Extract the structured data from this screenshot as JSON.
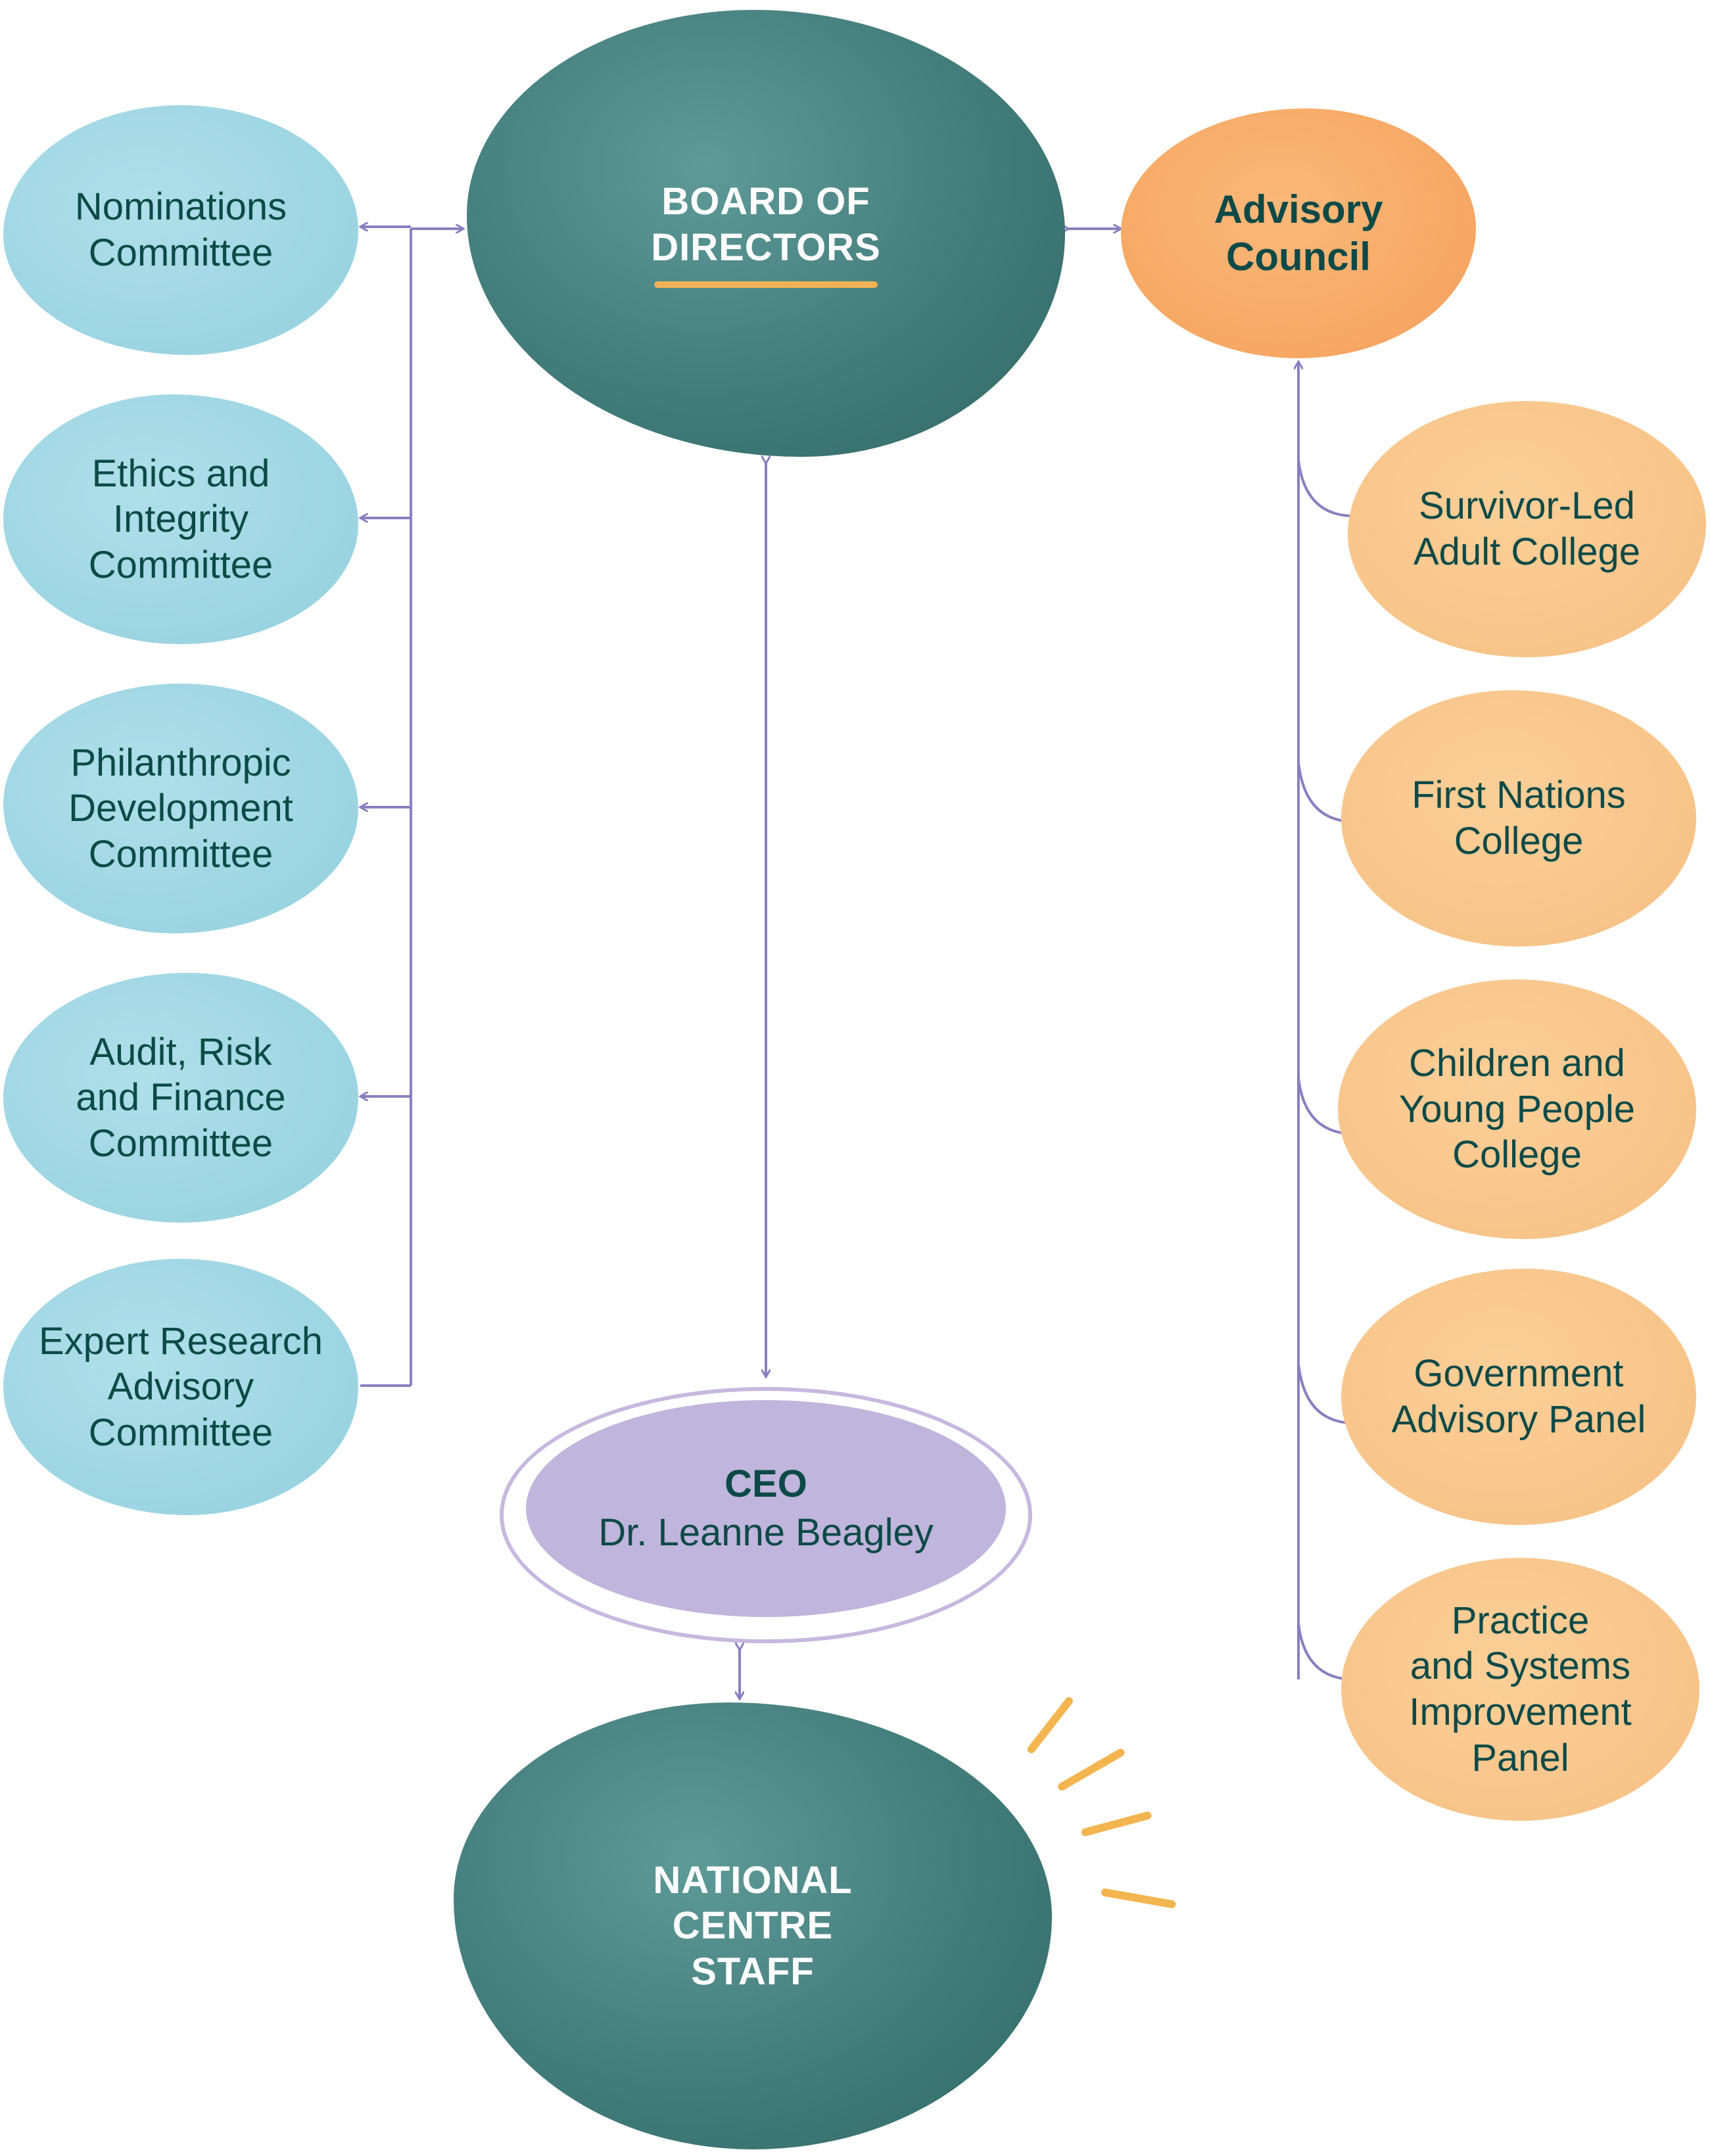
{
  "board": {
    "label": "BOARD OF\nDIRECTORS"
  },
  "advisory_council": {
    "label": "Advisory\nCouncil"
  },
  "committees": [
    {
      "label": "Nominations\nCommittee"
    },
    {
      "label": "Ethics and\nIntegrity\nCommittee"
    },
    {
      "label": "Philanthropic\nDevelopment\nCommittee"
    },
    {
      "label": "Audit, Risk\nand Finance\nCommittee"
    },
    {
      "label": "Expert Research\nAdvisory\nCommittee"
    }
  ],
  "colleges": [
    {
      "label": "Survivor-Led\nAdult College"
    },
    {
      "label": "First Nations\nCollege"
    },
    {
      "label": "Children and\nYoung People\nCollege"
    },
    {
      "label": "Government\nAdvisory Panel"
    },
    {
      "label": "Practice\nand Systems\nImprovement\nPanel"
    }
  ],
  "ceo": {
    "title": "CEO",
    "name": "Dr. Leanne Beagley"
  },
  "staff": {
    "label": "NATIONAL\nCENTRE\nSTAFF"
  },
  "colors": {
    "teal": "#437d7b",
    "light_blue": "#9fd6e3",
    "peach": "#f8c68c",
    "orange": "#f7aa66",
    "lavender": "#c0b5dc",
    "connector": "#8a7fc0",
    "accent_yellow": "#f1b257",
    "text_dark": "#0d4a47"
  }
}
